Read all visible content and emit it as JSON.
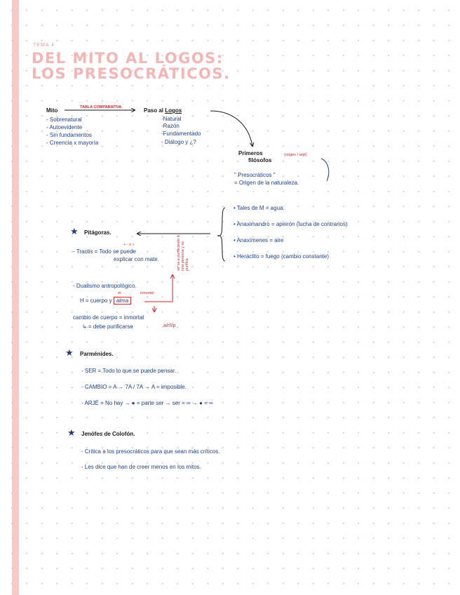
{
  "header": {
    "topic": "TEMA 4",
    "title_line1": "DEL MITO AL LOGOS:",
    "title_line2": "LOS PRESOCRÁTICOS."
  },
  "mito": {
    "heading": "Mito",
    "arrow_label": "TABLA COMPARATIVA",
    "items": [
      "- Sobrenatural",
      "- Autoevidente",
      "- Sin fundamentos",
      "- Creencia x mayoría"
    ]
  },
  "logos": {
    "heading_prefix": "Paso al",
    "heading_word": "Logos",
    "items": [
      "-Natural",
      "-Razón",
      "-Fundamentado",
      "- Diálogo y ¿?"
    ]
  },
  "primeros": {
    "line1": "Primeros",
    "line2": "filósofos",
    "note": "(origen / arjé)",
    "presocraticos": "\" Presocráticos \"",
    "origen": "= Origen de la naturaleza."
  },
  "filosofos": {
    "items": [
      "• Tales de M = agua.",
      "• Anaximandro = apeirón (lucha de contrarios)",
      "• Anaxímenes = aire",
      "• Heráclito = fuego (cambio constante)"
    ]
  },
  "pitagoras": {
    "heading": "Pitágoras.",
    "symbols": "+ - x ÷",
    "line1": "- Tractis = Todo se puede",
    "line2": "explicar con mate.",
    "dualismo": "- Dualismo antropológico.",
    "hombre_label": "H",
    "cuerpo_label": "= cuerpo y",
    "alma": "alma",
    "label_m": "m",
    "label_inmortal": "inmortal",
    "vertical_note": "se va a purificando a una persona y se purifica",
    "cambio": "cambio de cuerpo = inmortal",
    "debe": "↳ = debe purificarse",
    "debe_red": "a/r/l/p"
  },
  "parmenides": {
    "heading": "Parménides.",
    "items": [
      "- SER = Todo lo que se puede pensar.",
      "- CAMBIO = A → 7A / 7A → A = imposible.",
      "- ARJÉ = No hay → ● = parte ser → ser = ∞ → ● = ∞"
    ]
  },
  "jenofanes": {
    "heading": "Jenófes de Colofón.",
    "items": [
      "- Crítica a los presocráticos para que sean más críticos.",
      "- Les dice que han de creer menos en los mitos."
    ]
  },
  "colors": {
    "margin": "#f7c9c9",
    "title": "#f2b6b6",
    "blue_ink": "#1f3f8f",
    "red_ink": "#d7262b",
    "black_ink": "#1a1a1a"
  },
  "icons": [
    "star-icon",
    "arrow-icon",
    "brace-icon"
  ]
}
